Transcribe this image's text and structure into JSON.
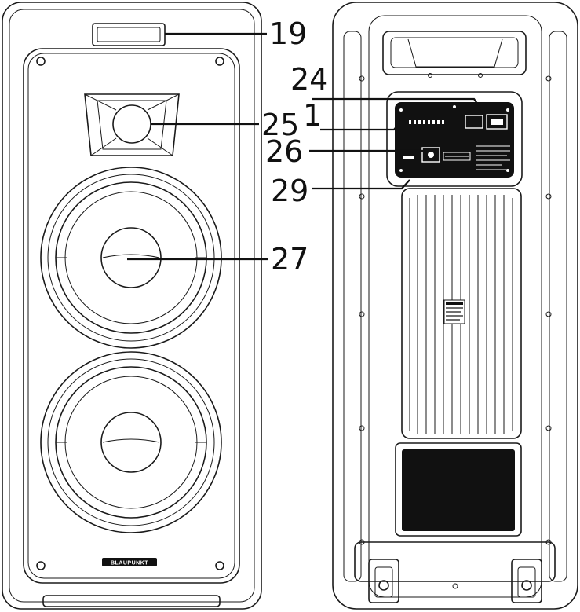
{
  "callouts": {
    "c19": "19",
    "c24": "24",
    "c25": "25",
    "c1": "1",
    "c26": "26",
    "c29": "29",
    "c27": "27"
  },
  "front": {
    "brand_logo": "BLAUPUNKT"
  },
  "colors": {
    "line": "#1a1a1a",
    "panel": "#111111",
    "background": "#ffffff"
  }
}
